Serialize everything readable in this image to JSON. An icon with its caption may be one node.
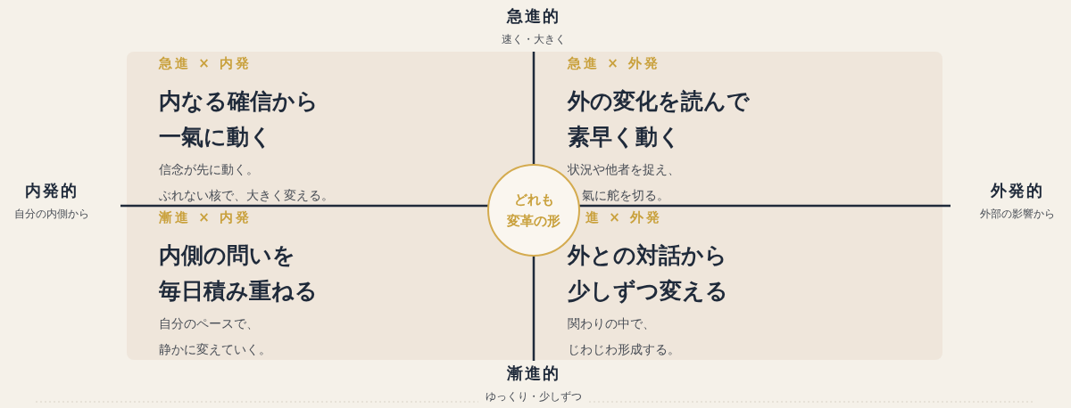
{
  "diagram": {
    "nodes": [
      {
        "text": [
          "急進 × 内発",
          "内なる確信から一氣に動く",
          "信念が先に動く。ぶれない核で、大きく変える。"
        ]
      },
      {
        "text": [
          "急進 × 外発",
          "外の変化を読んで素早く動く",
          "状況や他者を捉え、氣に舵を切る。"
        ]
      },
      {
        "text": [
          "漸進 × 内発",
          "内側の問いを毎日積み重ねる",
          "自分のペースで、静かに変えていく。"
        ]
      },
      {
        "text": [
          "進 × 外発",
          "外との対話から少しずつ変える",
          "関わりの中で、じわじわ形成する。"
        ]
      },
      {
        "text": [
          "どれも変革の形"
        ]
      }
    ],
    "edges": [],
    "labels": [
      "急進的",
      "速く・大きく",
      "内発的",
      "自分の内側から",
      "外発的",
      "外部の影響から",
      "漸進的",
      "ゆっくり・少しずつ"
    ]
  }
}
